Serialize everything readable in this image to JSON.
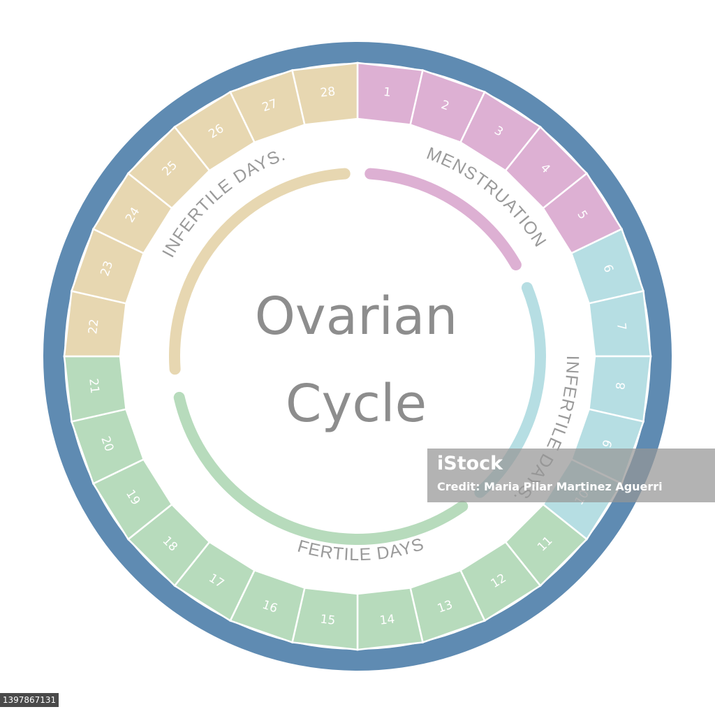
{
  "title": {
    "line1": "Ovarian",
    "line2": "Cycle"
  },
  "colors": {
    "outer_ring": "#5f8bb2",
    "menstruation": "#ddb0d3",
    "infertile_early": "#b6dee3",
    "fertile": "#b7dbbc",
    "infertile_late": "#e7d7b1",
    "day_text": "#ffffff",
    "label_text": "#9a9a9a",
    "title_text": "#8d8d8d"
  },
  "days": [
    {
      "n": "1",
      "phase": "menstruation"
    },
    {
      "n": "2",
      "phase": "menstruation"
    },
    {
      "n": "3",
      "phase": "menstruation"
    },
    {
      "n": "4",
      "phase": "menstruation"
    },
    {
      "n": "5",
      "phase": "menstruation"
    },
    {
      "n": "6",
      "phase": "infertile_early"
    },
    {
      "n": "7",
      "phase": "infertile_early"
    },
    {
      "n": "8",
      "phase": "infertile_early"
    },
    {
      "n": "9",
      "phase": "infertile_early"
    },
    {
      "n": "10",
      "phase": "infertile_early"
    },
    {
      "n": "11",
      "phase": "fertile"
    },
    {
      "n": "12",
      "phase": "fertile"
    },
    {
      "n": "13",
      "phase": "fertile"
    },
    {
      "n": "14",
      "phase": "fertile"
    },
    {
      "n": "15",
      "phase": "fertile"
    },
    {
      "n": "16",
      "phase": "fertile"
    },
    {
      "n": "17",
      "phase": "fertile"
    },
    {
      "n": "18",
      "phase": "fertile"
    },
    {
      "n": "19",
      "phase": "fertile"
    },
    {
      "n": "20",
      "phase": "fertile"
    },
    {
      "n": "21",
      "phase": "fertile"
    },
    {
      "n": "22",
      "phase": "infertile_late"
    },
    {
      "n": "23",
      "phase": "infertile_late"
    },
    {
      "n": "24",
      "phase": "infertile_late"
    },
    {
      "n": "25",
      "phase": "infertile_late"
    },
    {
      "n": "26",
      "phase": "infertile_late"
    },
    {
      "n": "27",
      "phase": "infertile_late"
    },
    {
      "n": "28",
      "phase": "infertile_late"
    }
  ],
  "phases": [
    {
      "key": "menstruation",
      "label": "MENSTRUATION"
    },
    {
      "key": "infertile_early",
      "label": "INFERTILE DAYS."
    },
    {
      "key": "fertile",
      "label": "FERTILE DAYS"
    },
    {
      "key": "infertile_late",
      "label": "INFERTILE DAYS."
    }
  ],
  "watermark": {
    "brand": "iStock",
    "credit": "Credit: Maria Pilar Martinez Aguerri"
  },
  "stock_id": "1397867131"
}
